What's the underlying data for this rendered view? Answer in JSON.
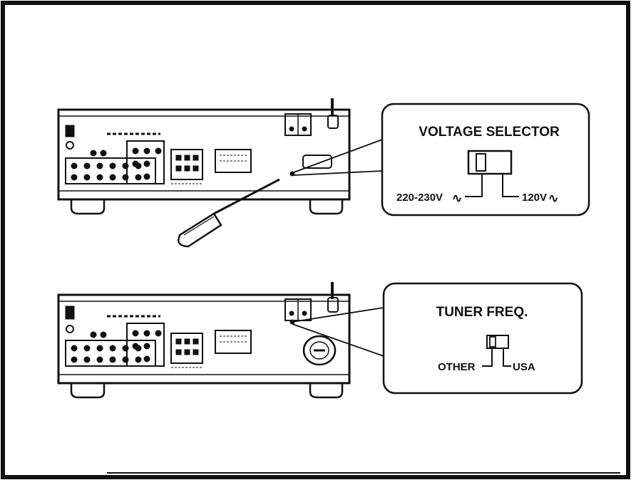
{
  "voltage_selector": {
    "title": "VOLTAGE SELECTOR",
    "option_left": "220-230V",
    "option_right": "120V",
    "ac_symbol": "∿"
  },
  "tuner_freq": {
    "title": "TUNER FREQ.",
    "option_left": "OTHER",
    "option_right": "USA"
  },
  "tools": [
    "screwdriver-icon"
  ],
  "colors": {
    "line": "#111111",
    "background": "#ffffff"
  }
}
